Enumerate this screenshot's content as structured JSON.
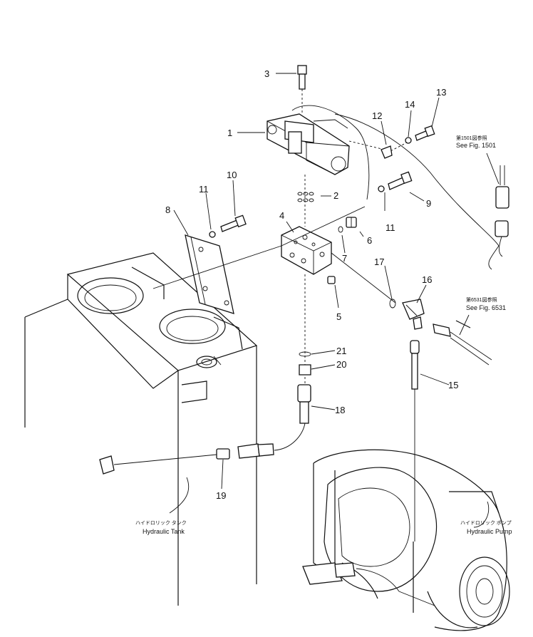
{
  "callouts": [
    "1",
    "2",
    "3",
    "4",
    "5",
    "6",
    "7",
    "8",
    "9",
    "10",
    "11",
    "11",
    "12",
    "13",
    "14",
    "15",
    "16",
    "17",
    "18",
    "19",
    "20",
    "21"
  ],
  "references": {
    "fig1501_jp": "第1501図参照",
    "fig1501_en": "See Fig. 1501",
    "fig6531_jp": "第6531図参照",
    "fig6531_en": "See Fig. 6531"
  },
  "labels": {
    "tank_jp": "ハイドロリック タンク",
    "tank_en": "Hydraulic Tank",
    "pump_jp": "ハイドロリック ポンプ",
    "pump_en": "Hydraulic Pump"
  }
}
